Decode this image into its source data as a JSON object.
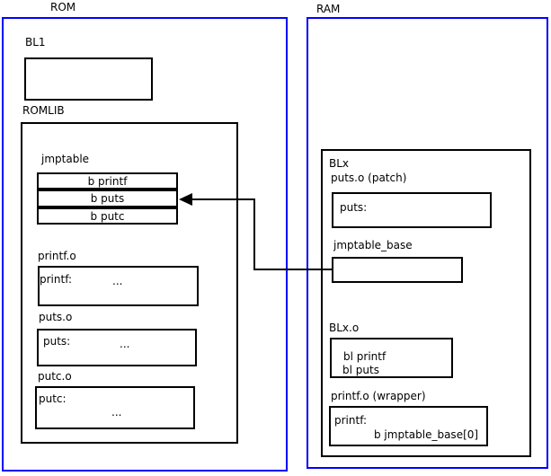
{
  "rom": {
    "label": "ROM",
    "bl1_label": "BL1",
    "romlib_label": "ROMLIB",
    "jmptable": {
      "label": "jmptable",
      "rows": [
        "b printf",
        "b puts",
        "b putc"
      ]
    },
    "printf_o": {
      "label": "printf.o",
      "symbol": "printf:",
      "dots": "..."
    },
    "puts_o": {
      "label": "puts.o",
      "symbol": "puts:",
      "dots": "..."
    },
    "putc_o": {
      "label": "putc.o",
      "symbol": "putc:",
      "dots": "..."
    }
  },
  "ram": {
    "label": "RAM",
    "blx_label": "BLx",
    "puts_patch": {
      "label": "puts.o (patch)",
      "symbol": "puts:"
    },
    "jmptable_base_label": "jmptable_base",
    "blx_o": {
      "label": "BLx.o",
      "line1": "bl printf",
      "line2": "bl puts"
    },
    "printf_wrapper": {
      "label": "printf.o (wrapper)",
      "symbol": "printf:",
      "instruction": "b jmptable_base[0]"
    }
  },
  "arrow": {
    "meaning": "jmptable_base points to jmptable entry b puts"
  },
  "colors": {
    "region_border": "#0000ff",
    "box_border": "#000000",
    "arrow": "#000000",
    "background": "#ffffff",
    "text": "#000000"
  }
}
